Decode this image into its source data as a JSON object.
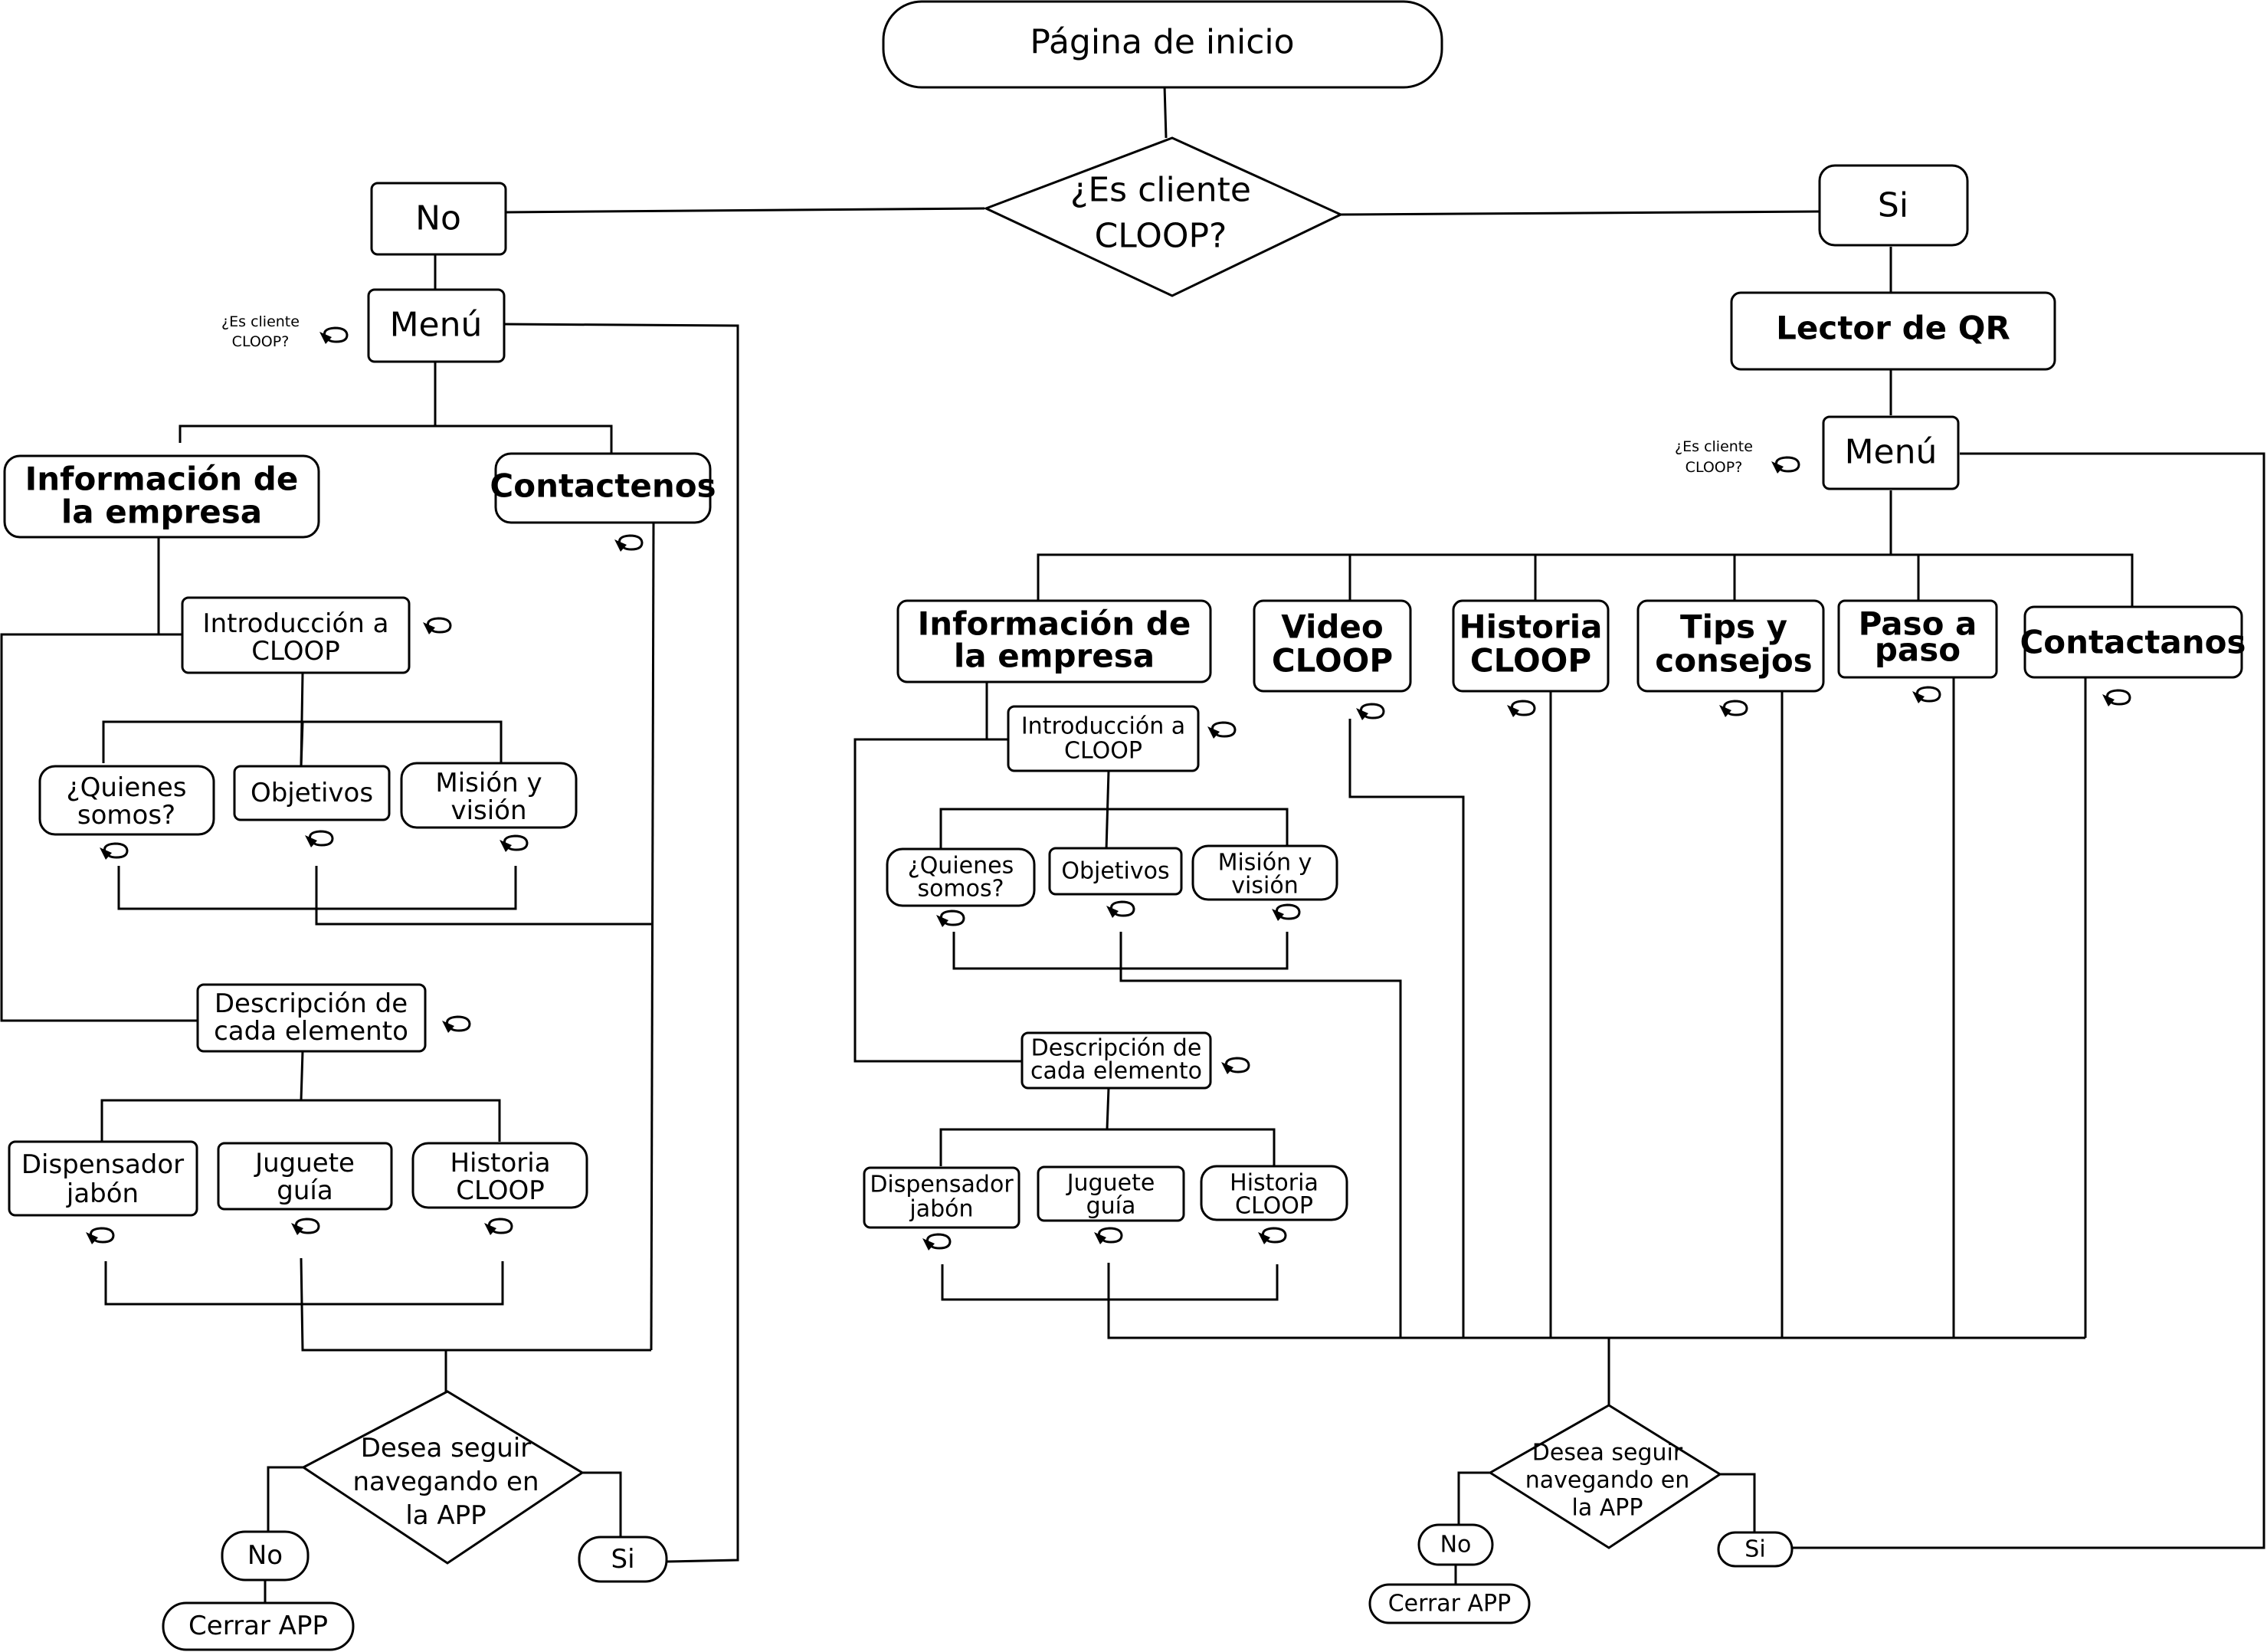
{
  "start": {
    "label": "Página de inicio"
  },
  "decision_top": {
    "line1": "¿Es cliente",
    "line2": "CLOOP?"
  },
  "no_branch": {
    "answer": "No",
    "menu": {
      "label": "Menú",
      "note_line1": "¿Es cliente",
      "note_line2": "CLOOP?"
    },
    "company_info": {
      "line1": "Información de",
      "line2": "la empresa"
    },
    "contact": {
      "label": "Contactenos"
    },
    "intro": {
      "line1": "Introducción a",
      "line2": "CLOOP"
    },
    "who_we_are": {
      "line1": "¿Quienes",
      "line2": "somos?"
    },
    "objectives": {
      "label": "Objetivos"
    },
    "mission": {
      "line1": "Misión y",
      "line2": "visión"
    },
    "description": {
      "line1": "Descripción de",
      "line2": "cada elemento"
    },
    "soap": {
      "line1": "Dispensador",
      "line2": "jabón"
    },
    "toy": {
      "line1": "Juguete",
      "line2": "guía"
    },
    "history": {
      "line1": "Historia",
      "line2": "CLOOP"
    },
    "continue_question": {
      "line1": "Desea seguir",
      "line2": "navegando en",
      "line3": "la APP"
    },
    "answer_no": "No",
    "close_app": "Cerrar APP",
    "answer_si": "Si"
  },
  "si_branch": {
    "answer": "Si",
    "qr_reader": {
      "label": "Lector de QR"
    },
    "menu": {
      "label": "Menú",
      "note_line1": "¿Es cliente",
      "note_line2": "CLOOP?"
    },
    "company_info": {
      "line1": "Información de",
      "line2": "la empresa"
    },
    "video": {
      "line1": "Video",
      "line2": "CLOOP"
    },
    "history_main": {
      "line1": "Historia",
      "line2": "CLOOP"
    },
    "tips": {
      "line1": "Tips y",
      "line2": "consejos"
    },
    "steps": {
      "line1": "Paso a",
      "line2": "paso"
    },
    "contact": {
      "label": "Contactanos"
    },
    "intro": {
      "line1": "Introducción a",
      "line2": "CLOOP"
    },
    "who_we_are": {
      "line1": "¿Quienes",
      "line2": "somos?"
    },
    "objectives": {
      "label": "Objetivos"
    },
    "mission": {
      "line1": "Misión y",
      "line2": "visión"
    },
    "description": {
      "line1": "Descripción de",
      "line2": "cada elemento"
    },
    "soap": {
      "line1": "Dispensador",
      "line2": "jabón"
    },
    "toy": {
      "line1": "Juguete",
      "line2": "guía"
    },
    "history": {
      "line1": "Historia",
      "line2": "CLOOP"
    },
    "continue_question": {
      "line1": "Desea seguir",
      "line2": "navegando en",
      "line3": "la APP"
    },
    "answer_no": "No",
    "close_app": "Cerrar APP",
    "answer_si": "Si"
  }
}
